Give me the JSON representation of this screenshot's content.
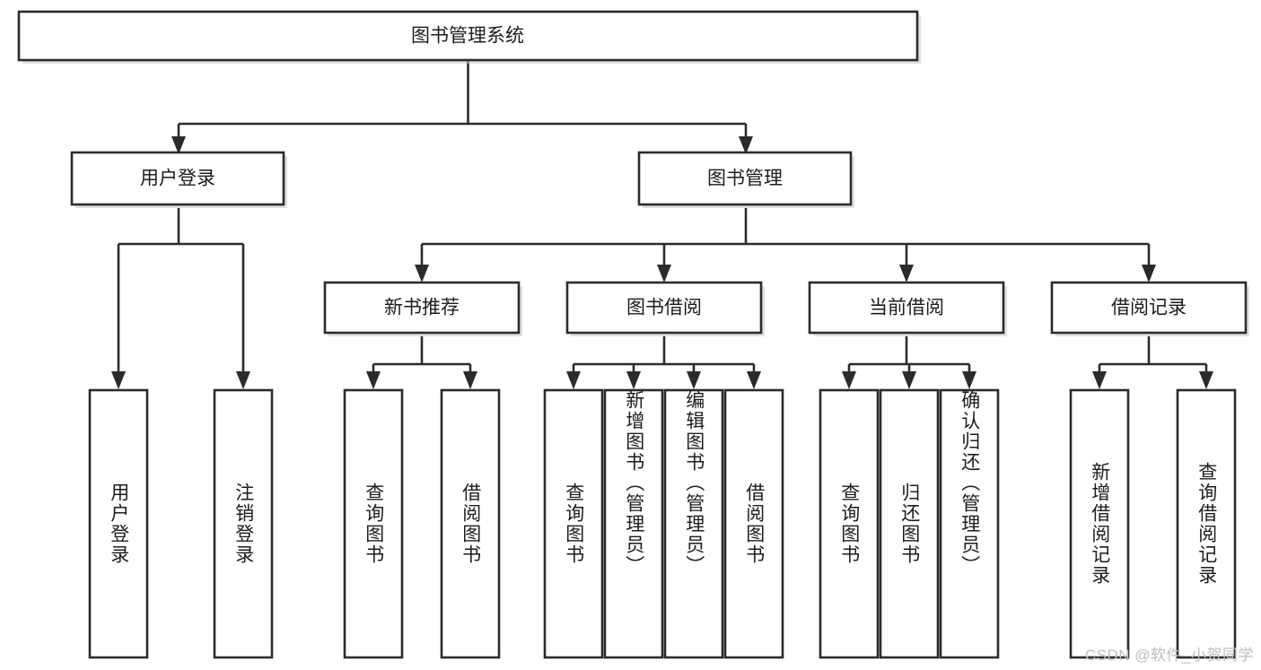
{
  "diagram": {
    "type": "tree",
    "title": "图书管理系统",
    "orientation": "top-down",
    "colors": {
      "box_stroke": "#2b2b2b",
      "box_fill": "#ffffff",
      "connector": "#2b2b2b",
      "text": "#1c1c1c",
      "watermark": "#bdbdbd",
      "background": "#ffffff"
    },
    "root": {
      "label": "图书管理系统",
      "orientation": "horizontal"
    },
    "level2": [
      {
        "label": "用户登录",
        "orientation": "horizontal"
      },
      {
        "label": "图书管理",
        "orientation": "horizontal"
      }
    ],
    "level3": [
      {
        "label": "新书推荐",
        "orientation": "horizontal"
      },
      {
        "label": "图书借阅",
        "orientation": "horizontal"
      },
      {
        "label": "当前借阅",
        "orientation": "horizontal"
      },
      {
        "label": "借阅记录",
        "orientation": "horizontal"
      }
    ],
    "leaves": {
      "user_login": [
        {
          "label": "用户登录",
          "orientation": "vertical"
        },
        {
          "label": "注销登录",
          "orientation": "vertical"
        }
      ],
      "new_book_recommend": [
        {
          "label": "查询图书",
          "orientation": "vertical"
        },
        {
          "label": "借阅图书",
          "orientation": "vertical"
        }
      ],
      "book_borrow": [
        {
          "label": "查询图书",
          "orientation": "vertical"
        },
        {
          "label": "新增图书（管理员）",
          "orientation": "vertical"
        },
        {
          "label": "编辑图书（管理员）",
          "orientation": "vertical"
        },
        {
          "label": "借阅图书",
          "orientation": "vertical"
        }
      ],
      "current_borrow": [
        {
          "label": "查询图书",
          "orientation": "vertical"
        },
        {
          "label": "归还图书",
          "orientation": "vertical"
        },
        {
          "label": "确认归还（管理员）",
          "orientation": "vertical"
        }
      ],
      "borrow_record": [
        {
          "label": "新增借阅记录",
          "orientation": "vertical"
        },
        {
          "label": "查询借阅记录",
          "orientation": "vertical"
        }
      ]
    },
    "watermark": "CSDN @软件_小贺同学"
  }
}
